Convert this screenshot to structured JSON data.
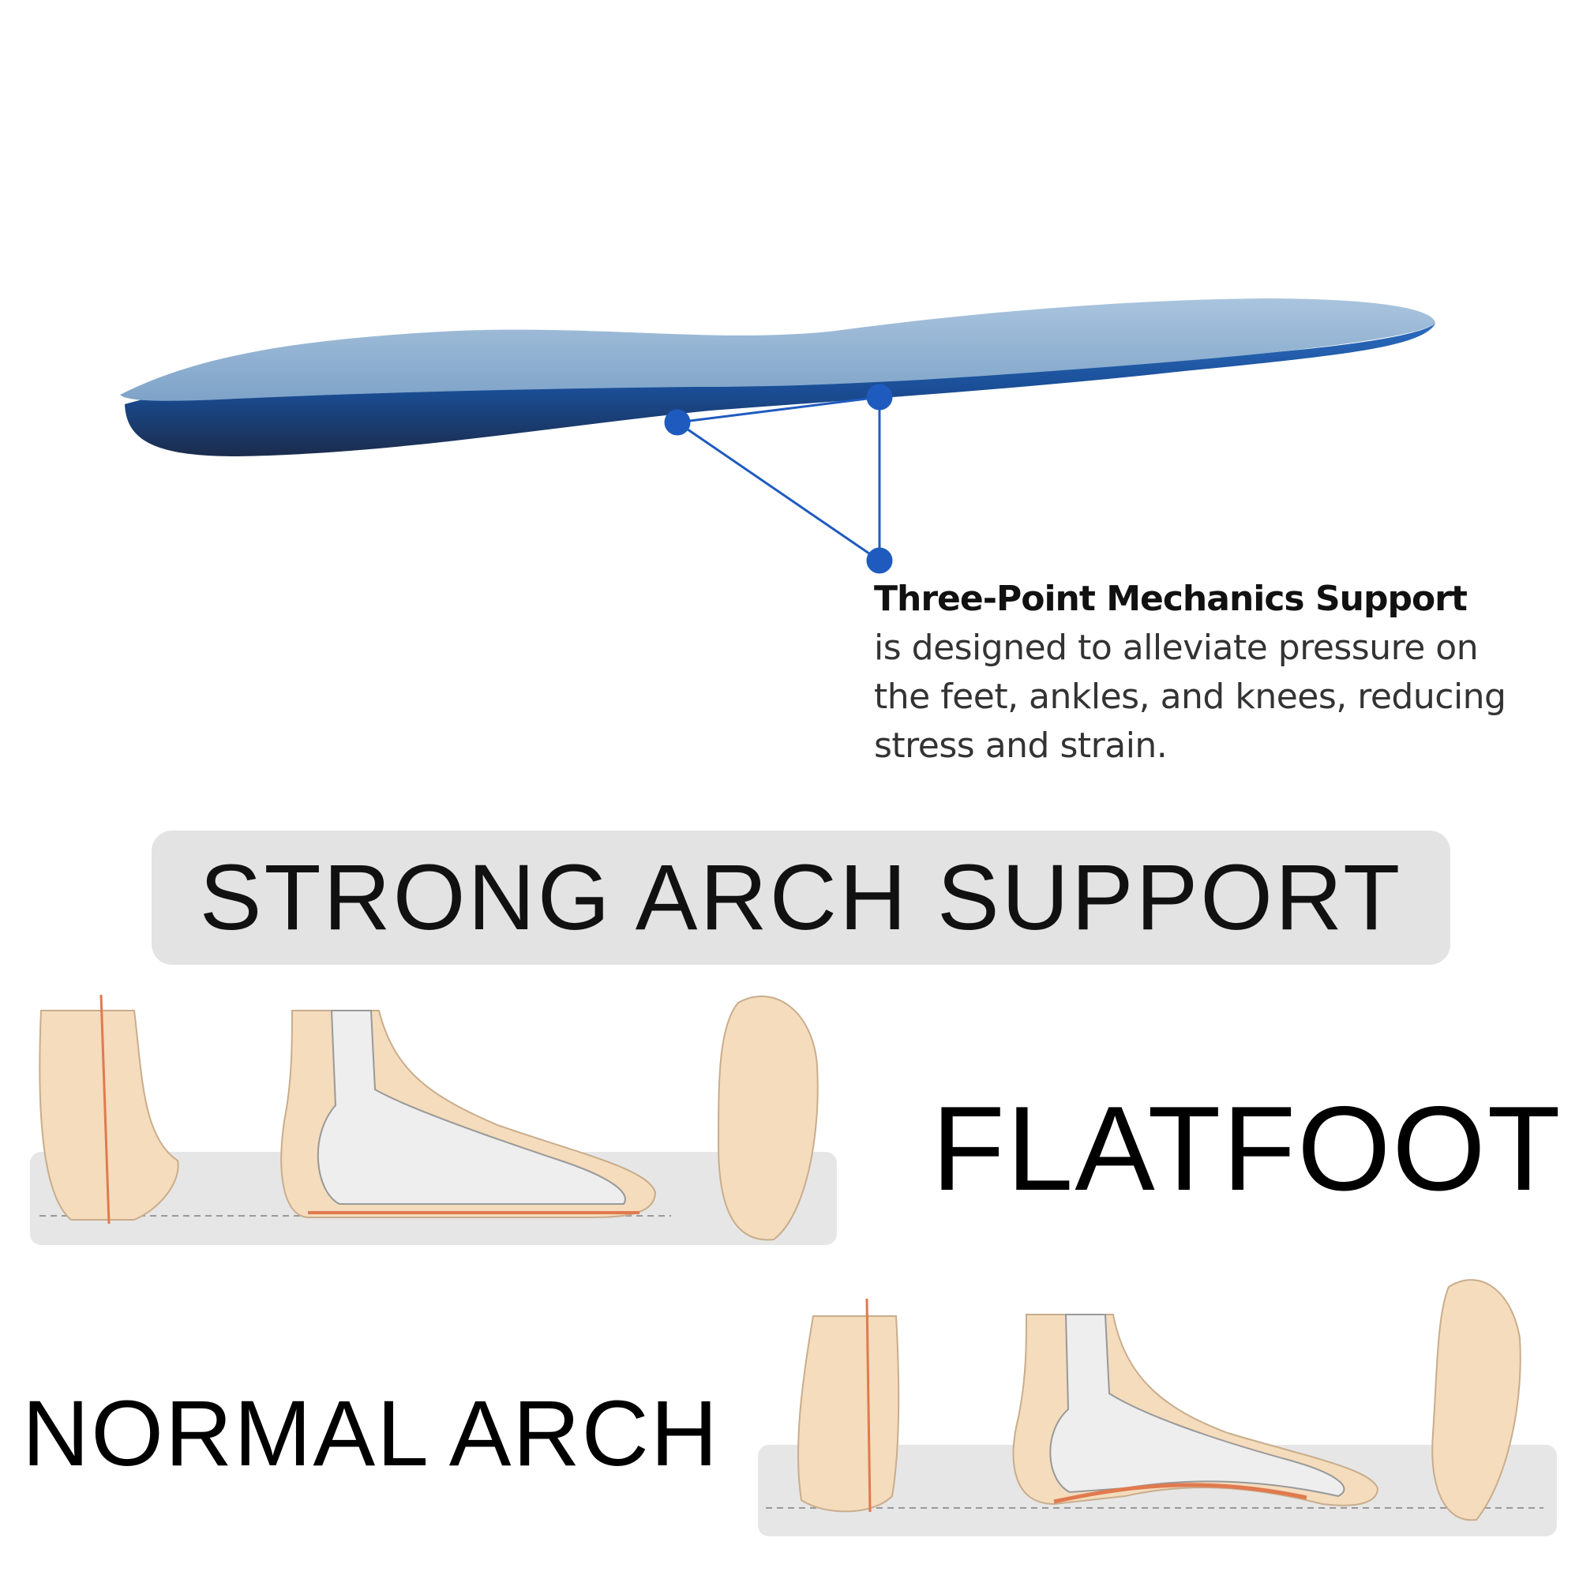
{
  "callout": {
    "title": "Three-Point Mechanics Support",
    "description_lines": [
      "is designed to alleviate pressure on",
      "the feet, ankles, and knees, reducing",
      "stress and strain."
    ],
    "accent_color": "#1f5bbf"
  },
  "banner": {
    "label": "STRONG ARCH SUPPORT"
  },
  "flatfoot": {
    "label": "FLATFOOT"
  },
  "normal_arch": {
    "label": "NORMAL ARCH"
  }
}
